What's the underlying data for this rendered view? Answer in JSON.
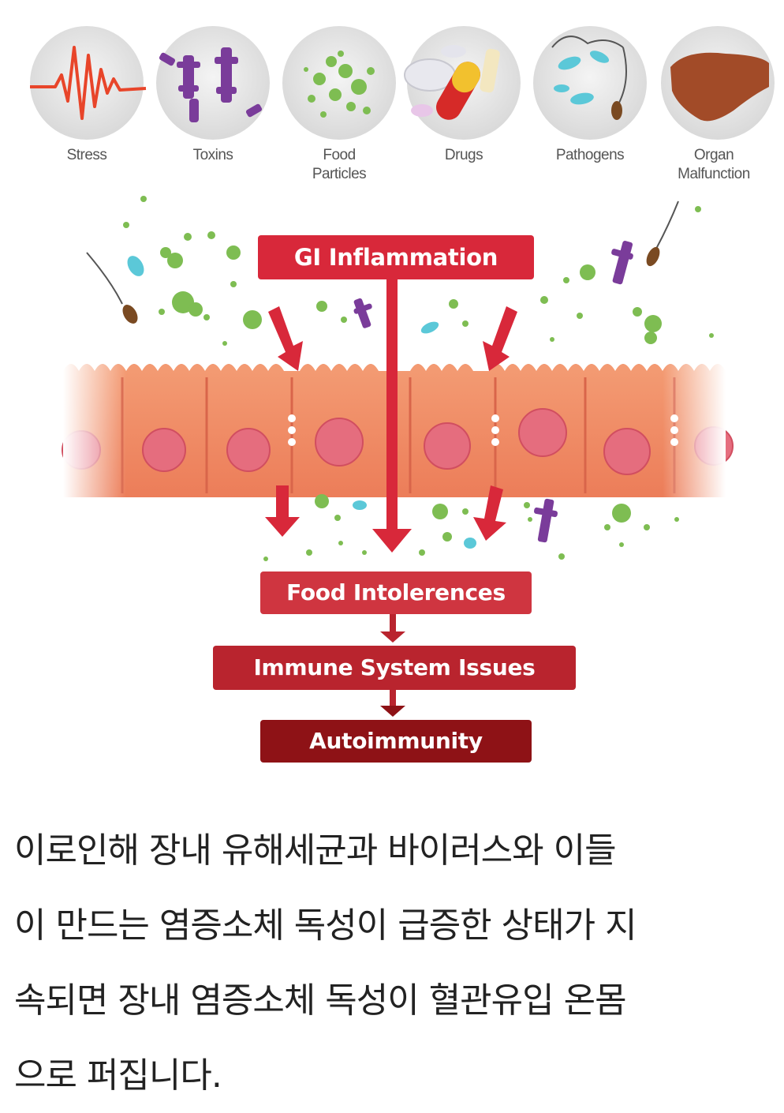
{
  "causes": [
    {
      "label": "Stress",
      "icon": "stress-waveform-icon"
    },
    {
      "label": "Toxins",
      "icon": "toxin-molecule-icon"
    },
    {
      "label": "Food\nParticles",
      "icon": "food-particles-icon"
    },
    {
      "label": "Drugs",
      "icon": "pills-icon"
    },
    {
      "label": "Pathogens",
      "icon": "bacteria-icon"
    },
    {
      "label": "Organ\nMalfunction",
      "icon": "liver-icon"
    }
  ],
  "flow": {
    "gi_inflammation": "GI Inflammation",
    "food_intolerences": "Food Intolerences",
    "immune_system_issues": "Immune System Issues",
    "autoimmunity": "Autoimmunity"
  },
  "colors": {
    "red_primary": "#d8283a",
    "red_mid": "#b9242e",
    "red_dark": "#8e1216",
    "cell_fill": "#f08a64",
    "nucleus": "#e56d7e",
    "particle_green": "#7ebd52",
    "toxin_purple": "#7a3c9a",
    "bacteria_cyan": "#5bc8d8"
  },
  "caption": {
    "line1": "이로인해 장내 유해세균과 바이러스와 이들",
    "line2": "이 만드는 염증소체 독성이 급증한 상태가 지",
    "line3": "속되면 장내 염증소체 독성이 혈관유입 온몸",
    "line4": "으로 퍼집니다."
  }
}
